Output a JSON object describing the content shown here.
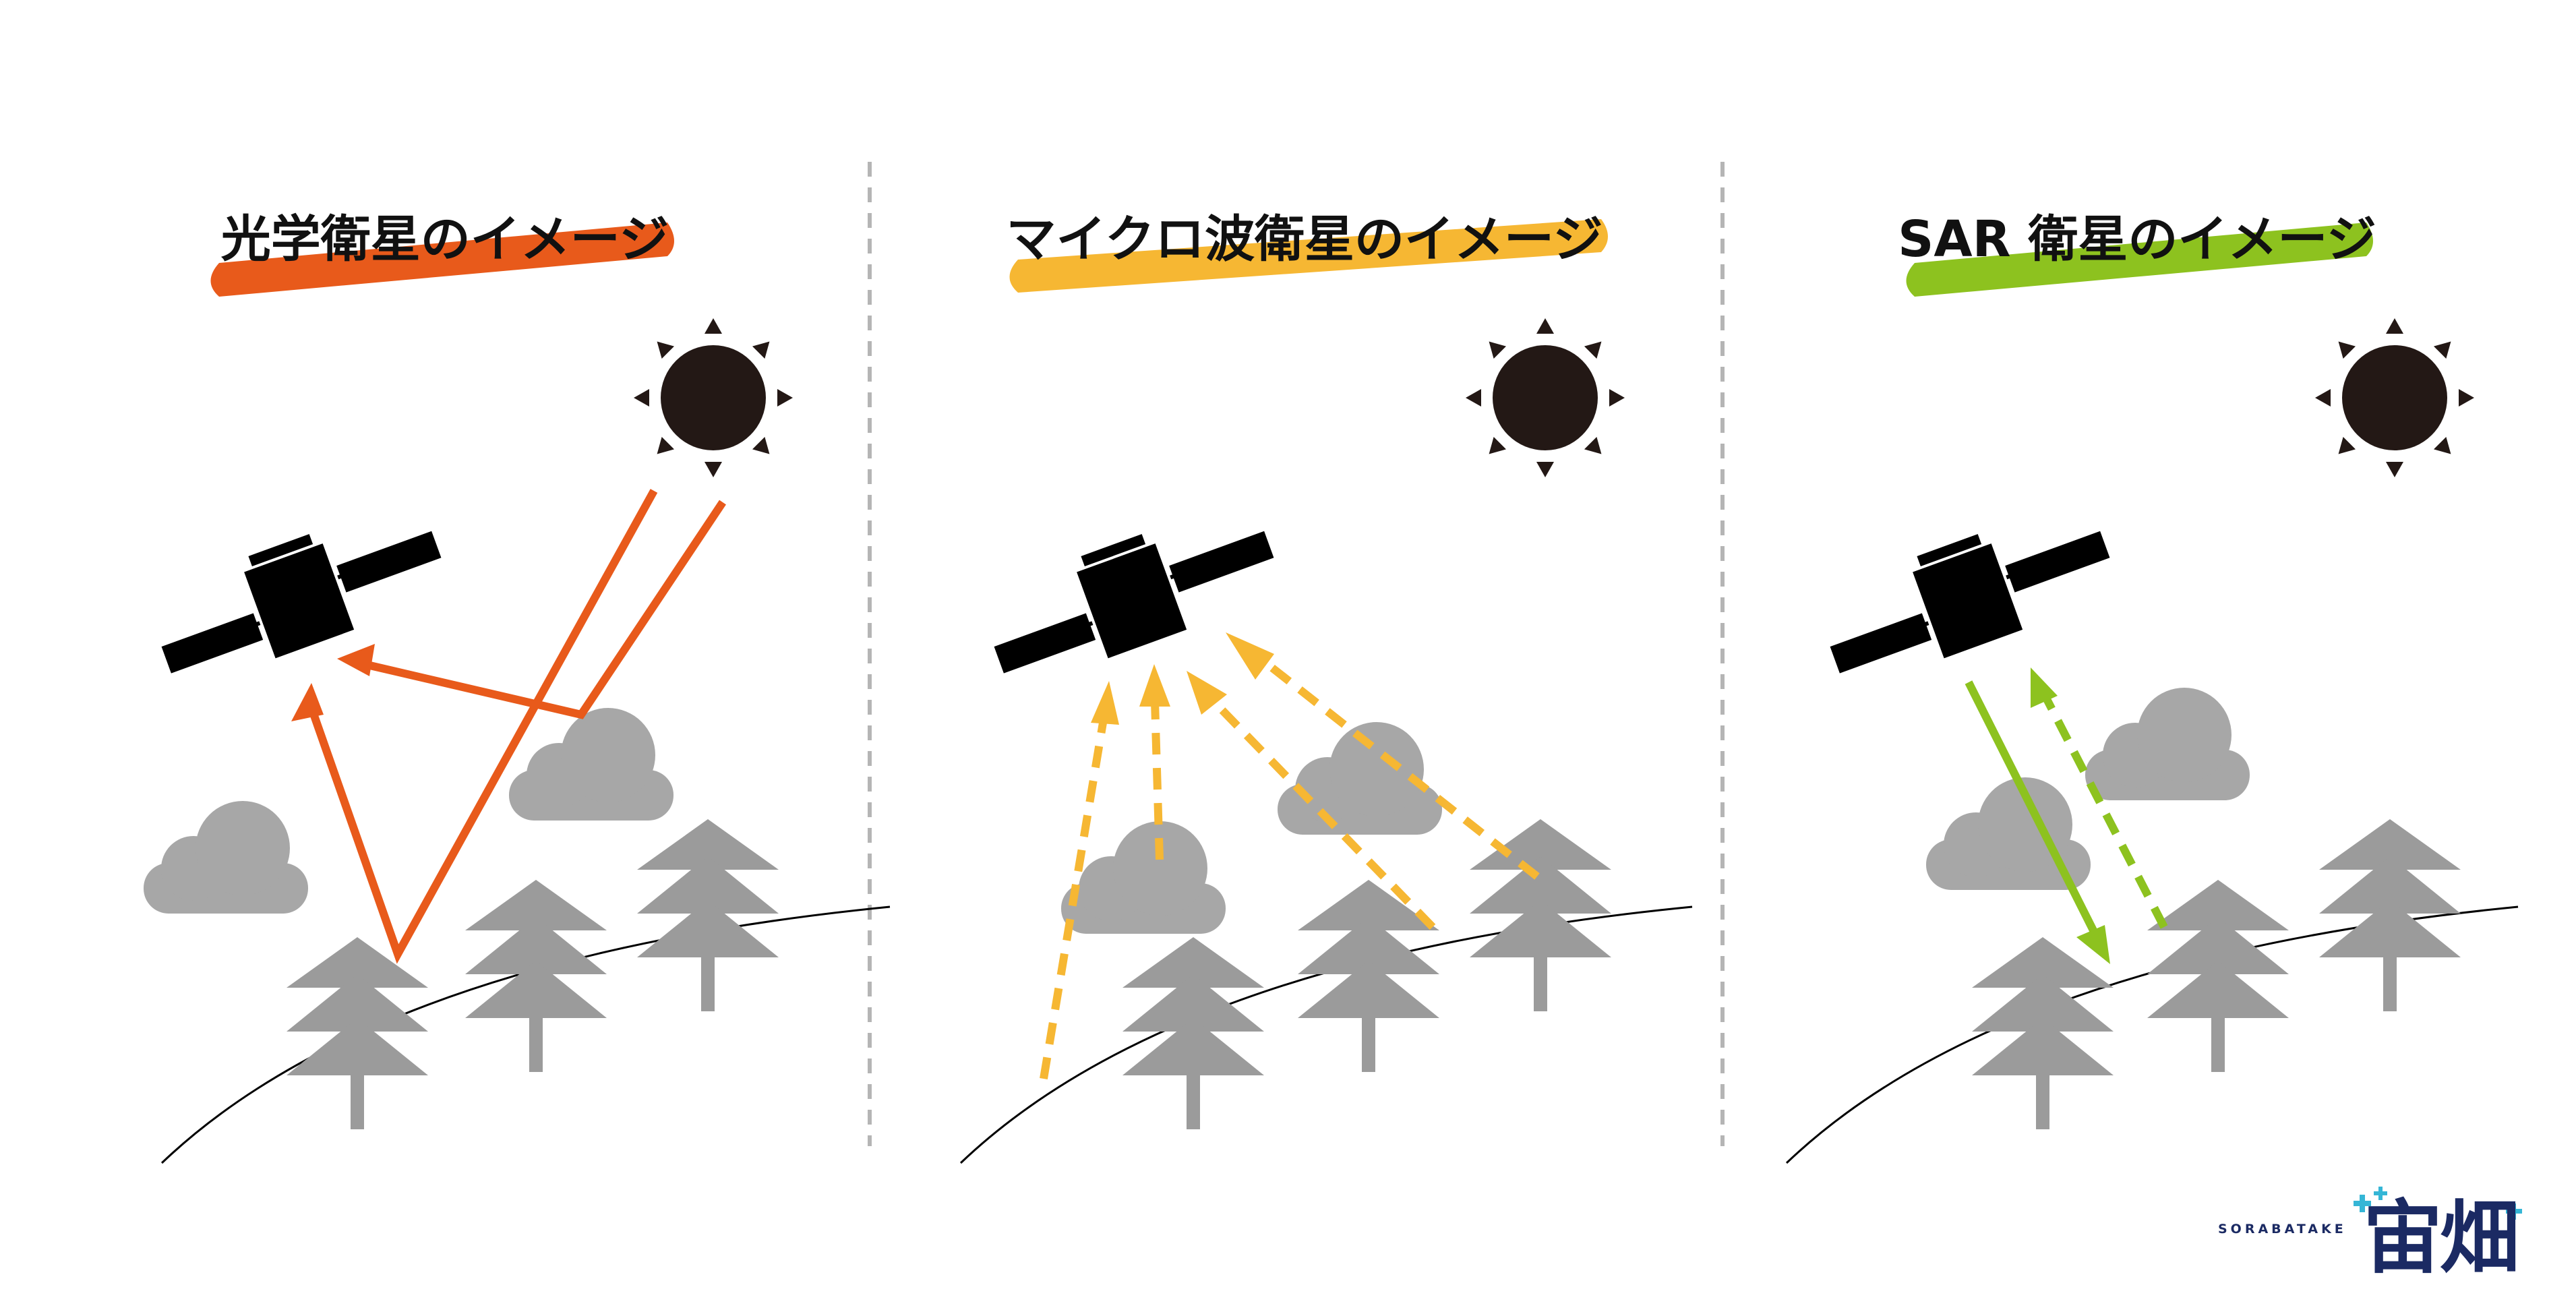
{
  "panels": [
    {
      "id": "optical",
      "title": "光学衛星のイメージ",
      "color": "#e85a1b"
    },
    {
      "id": "microwave",
      "title": "マイクロ波衛星のイメージ",
      "color": "#f6b733"
    },
    {
      "id": "sar",
      "title": "SAR 衛星のイメージ",
      "color": "#8dc21f"
    }
  ],
  "colors": {
    "cloud": "#a7a7a7",
    "tree": "#9b9b9b",
    "sun": "#231815",
    "divider": "#b5b5b5",
    "logo": "#1b2a63",
    "logo_accent": "#35b6d6"
  },
  "icons": [
    "sun-icon",
    "satellite-icon",
    "cloud-icon",
    "tree-icon"
  ],
  "logo": {
    "romaji": "SORABATAKE",
    "kanji": "宙畑"
  }
}
